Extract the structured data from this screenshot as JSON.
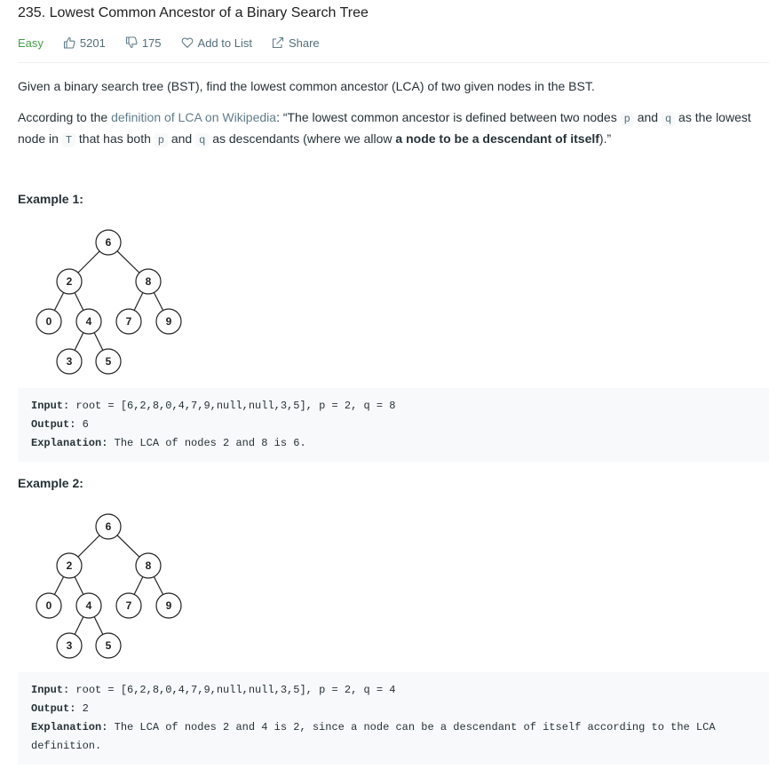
{
  "problem": {
    "title": "235. Lowest Common Ancestor of a Binary Search Tree",
    "difficulty": "Easy",
    "likes": "5201",
    "dislikes": "175",
    "add_to_list": "Add to List",
    "share": "Share"
  },
  "description": {
    "p1": "Given a binary search tree (BST), find the lowest common ancestor (LCA) of two given nodes in the BST.",
    "p2_a": "According to the ",
    "p2_link": "definition of LCA on Wikipedia",
    "p2_b": ": “The lowest common ancestor is defined between two nodes ",
    "p2_code_p": "p",
    "p2_c": " and ",
    "p2_code_q": "q",
    "p2_d": " as the lowest node in ",
    "p2_code_t": "T",
    "p2_e": " that has both ",
    "p2_code_p2": "p",
    "p2_f": " and ",
    "p2_code_q2": "q",
    "p2_g": " as descendants (where we allow ",
    "p2_bold": "a node to be a descendant of itself",
    "p2_h": ").”"
  },
  "examples": [
    {
      "title": "Example 1:",
      "tree_nodes": [
        "6",
        "2",
        "8",
        "0",
        "4",
        "7",
        "9",
        "3",
        "5"
      ],
      "input_label": "Input:",
      "input_value": " root = [6,2,8,0,4,7,9,null,null,3,5], p = 2, q = 8",
      "output_label": "Output:",
      "output_value": " 6",
      "explanation_label": "Explanation:",
      "explanation_value": " The LCA of nodes 2 and 8 is 6."
    },
    {
      "title": "Example 2:",
      "tree_nodes": [
        "6",
        "2",
        "8",
        "0",
        "4",
        "7",
        "9",
        "3",
        "5"
      ],
      "input_label": "Input:",
      "input_value": " root = [6,2,8,0,4,7,9,null,null,3,5], p = 2, q = 4",
      "output_label": "Output:",
      "output_value": " 2",
      "explanation_label": "Explanation:",
      "explanation_value": " The LCA of nodes 2 and 4 is 2, since a node can be a descendant of itself according to the LCA definition."
    }
  ]
}
